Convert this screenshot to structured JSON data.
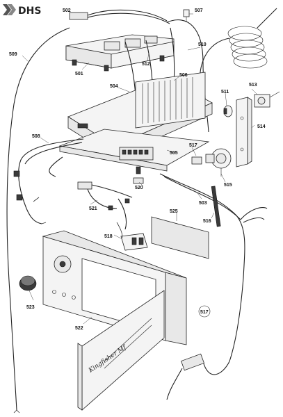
{
  "logo": {
    "text": "DHS",
    "icon": "chevron-arrows-icon"
  },
  "brand_script": "Kingfisher Mf",
  "callouts": [
    "502",
    "507",
    "509",
    "510",
    "501",
    "512",
    "506",
    "504",
    "511",
    "513",
    "514",
    "508",
    "517",
    "505",
    "520",
    "515",
    "503",
    "521",
    "525",
    "516",
    "518",
    "523",
    "522",
    "517"
  ],
  "circled_callout": "517",
  "colors": {
    "line": "#222222",
    "background": "#ffffff",
    "shade": "#e8e8e8"
  }
}
